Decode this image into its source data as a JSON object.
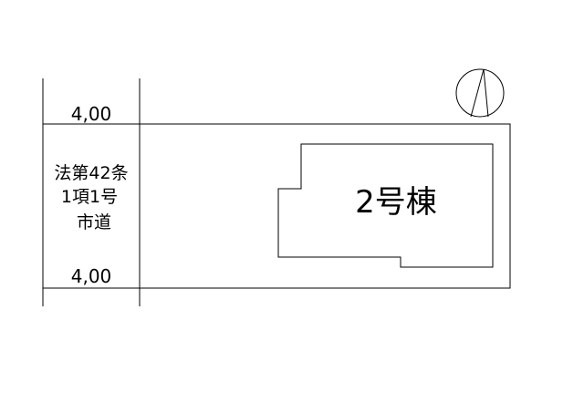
{
  "road": {
    "width_top": "4,00",
    "width_bottom": "4,00",
    "classification_line1": "法第42条",
    "classification_line2": "1項1号",
    "classification_line3": "市道"
  },
  "building": {
    "label": "2号棟"
  },
  "north_arrow": {
    "icon": "north-arrow-icon"
  }
}
